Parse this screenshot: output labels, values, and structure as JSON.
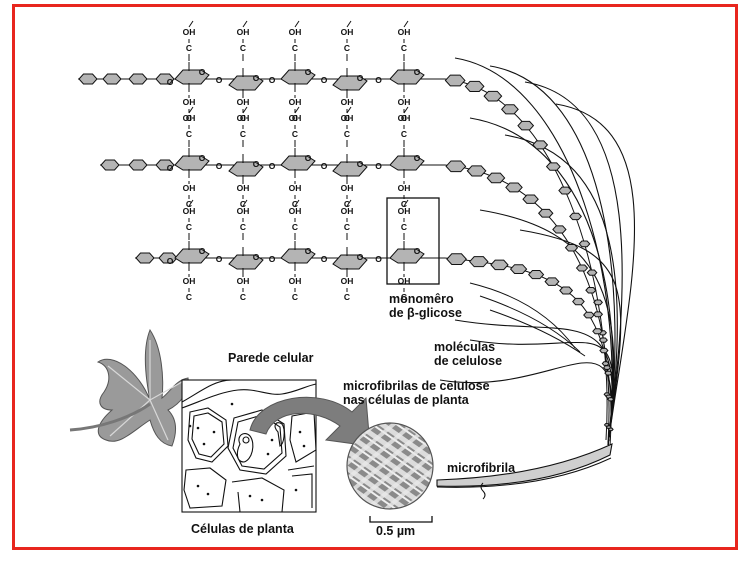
{
  "labels": {
    "monomer_line1": "monomêro",
    "monomer_line2": "de β-glicose",
    "molecules_line1": "moléculas",
    "molecules_line2": "de celulose",
    "cell_wall": "Parede celular",
    "microfibrils_line1": "microfibrilas de celulose",
    "microfibrils_line2": "nas células de planta",
    "microfibril": "microfibrila",
    "plant_cells": "Células de planta",
    "scale_bar": "0.5 µm"
  },
  "atoms": {
    "hydroxyl": "OH",
    "carbon": "C",
    "oxygen": "O"
  },
  "colors": {
    "frame": "#e8261e",
    "ring_fill": "#b4b4b4",
    "leaf": "#9a9a9a",
    "arrow": "#7d7d7d"
  },
  "icons": [
    "leaf-icon",
    "plant-cells-icon",
    "micrograph-icon",
    "curved-arrow-icon"
  ]
}
